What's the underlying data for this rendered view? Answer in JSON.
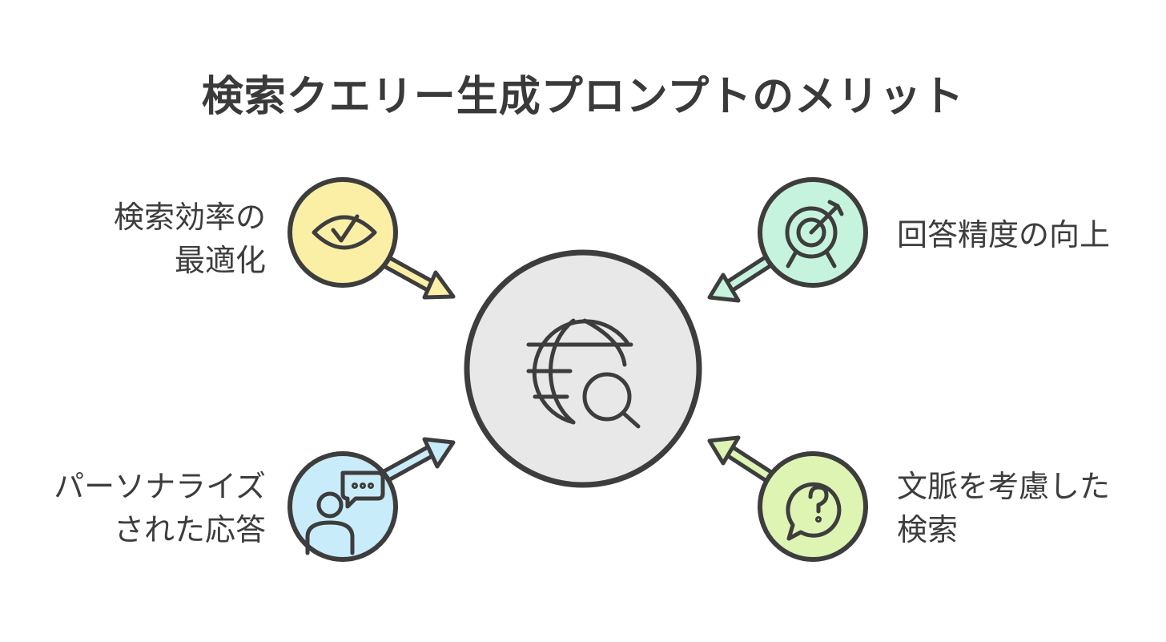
{
  "title": "検索クエリー生成プロンプトのメリット",
  "colors": {
    "stroke": "#3d3d3d",
    "hub_fill": "#e8e8e8",
    "yellow": "#fbefa6",
    "mint": "#c5f3de",
    "blue": "#c9ecfb",
    "lime": "#ddf4b3"
  },
  "hub": {
    "icon": "globe-search-icon"
  },
  "benefits": [
    {
      "id": "efficiency",
      "lines": [
        "検索効率の",
        "最適化"
      ],
      "icon": "eye-check-icon",
      "color": "yellow"
    },
    {
      "id": "accuracy",
      "lines": [
        "回答精度の向上"
      ],
      "icon": "target-icon",
      "color": "mint"
    },
    {
      "id": "personalized",
      "lines": [
        "パーソナライズ",
        "された応答"
      ],
      "icon": "person-chat-icon",
      "color": "blue"
    },
    {
      "id": "context",
      "lines": [
        "文脈を考慮した",
        "検索"
      ],
      "icon": "question-bubble-icon",
      "color": "lime"
    }
  ]
}
